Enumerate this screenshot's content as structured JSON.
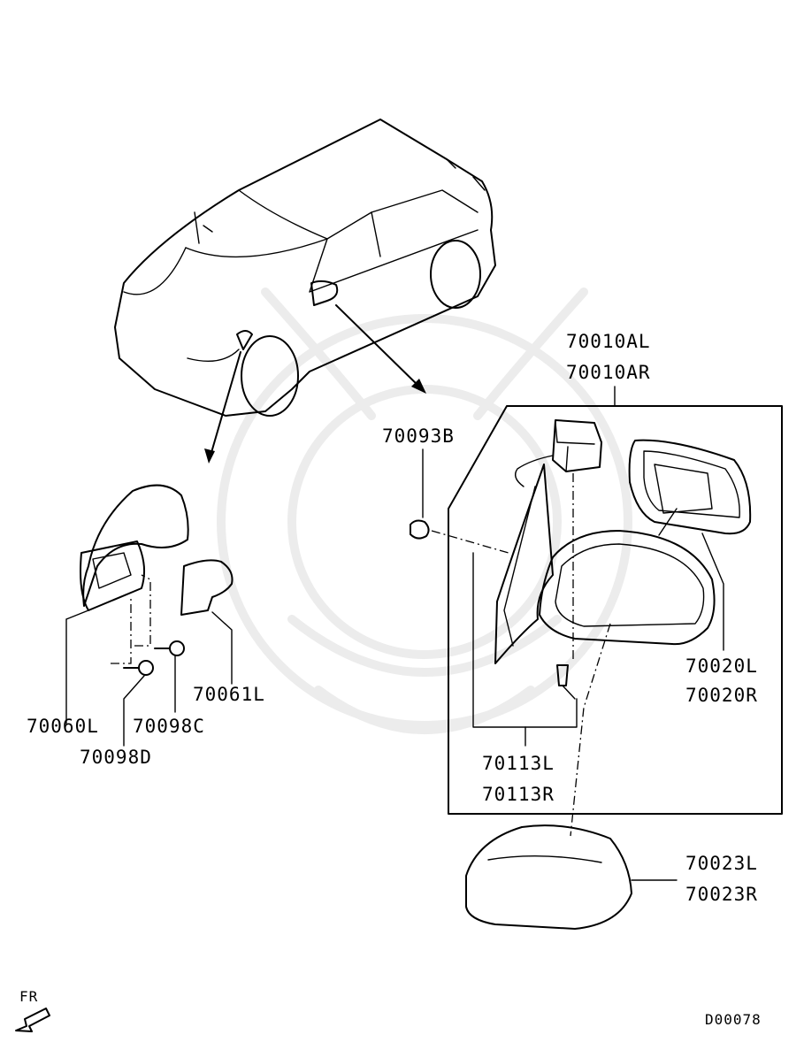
{
  "diagram": {
    "code": "D00078",
    "direction_marker": "FR",
    "parts": {
      "mirror_assembly_left": "70010AL",
      "mirror_assembly_right": "70010AR",
      "mirror_glass_left": "70020L",
      "mirror_glass_right": "70020R",
      "mirror_cover_left": "70023L",
      "mirror_cover_right": "70023R",
      "grommet": "70093B",
      "screw_left": "70113L",
      "screw_right": "70113R",
      "side_mirror_left": "70060L",
      "mirror_base_cover_left": "70061L",
      "bolt_c": "70098C",
      "bolt_d": "70098D"
    }
  }
}
